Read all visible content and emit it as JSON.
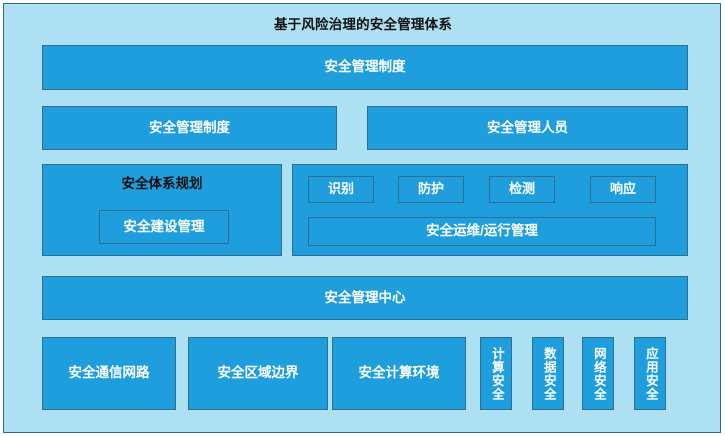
{
  "diagram": {
    "title": "基于风险治理的安全管理体系",
    "colors": {
      "panel_background": "#ace0f2",
      "box_fill": "#1f9edd",
      "box_border": "#2f6f94",
      "frame_border": "#2d6c86",
      "box_text": "#ffffff",
      "heading_text": "#111111"
    },
    "rows": {
      "row1": {
        "label": "安全管理制度"
      },
      "row2": {
        "left_label": "安全管理制度",
        "right_label": "安全管理人员"
      },
      "row3": {
        "left_panel_title": "安全体系规划",
        "left_panel_inner": "安全建设管理",
        "right_chips": [
          {
            "label": "识别"
          },
          {
            "label": "防护"
          },
          {
            "label": "检测"
          },
          {
            "label": "响应"
          }
        ],
        "right_wide_label": "安全运维/运行管理"
      },
      "row4": {
        "label": "安全管理中心"
      },
      "row5": {
        "wide_items": [
          {
            "label": "安全通信网路"
          },
          {
            "label": "安全区域边界"
          },
          {
            "label": "安全计算环境"
          }
        ],
        "vertical_items": [
          {
            "label": "计算安全"
          },
          {
            "label": "数据安全"
          },
          {
            "label": "网络安全"
          },
          {
            "label": "应用安全"
          }
        ]
      }
    }
  }
}
